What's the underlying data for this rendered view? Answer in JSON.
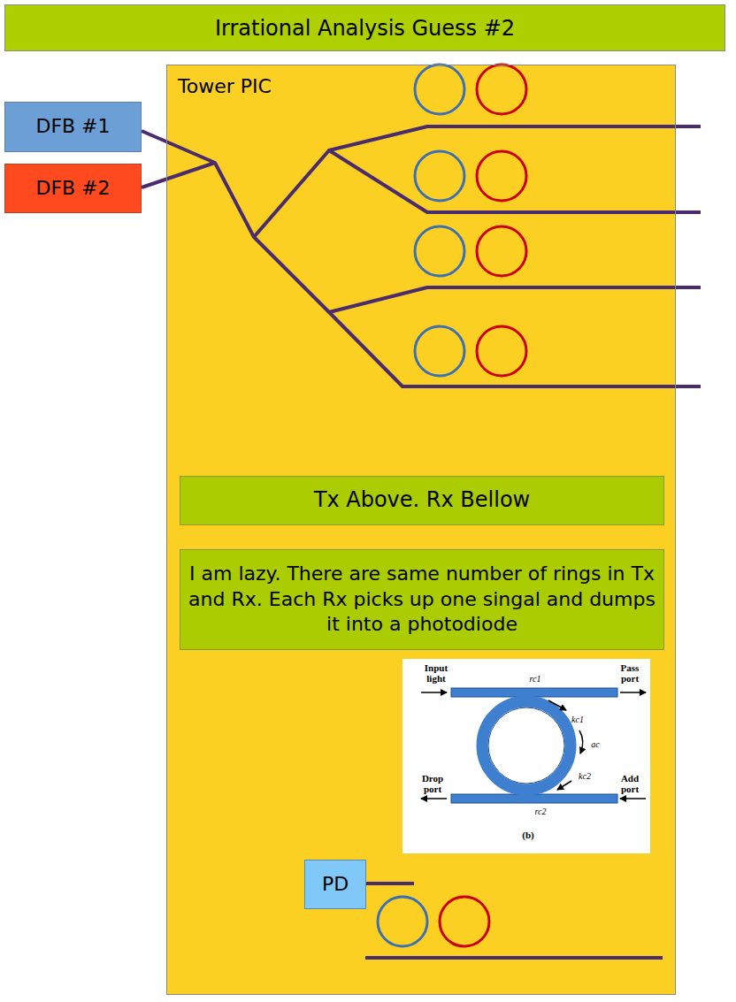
{
  "diagram": {
    "title": "Irrational Analysis Guess #2",
    "nodes": [
      {
        "text": [
          "Tower PIC"
        ]
      },
      {
        "text": [
          "DFB #1"
        ]
      },
      {
        "text": [
          "DFB #2"
        ]
      },
      {
        "text": [
          "Tx Above. Rx Bellow"
        ],
        "in": 0
      },
      {
        "text": [
          "I am lazy. There are same number of rings in Tx and Rx. Each Rx picks up one singal and dumps it into a photodiode"
        ],
        "in": 0
      },
      {
        "text": [
          "PD"
        ],
        "in": 0
      }
    ],
    "labels": [
      "Input light",
      "Pass port",
      "rc1",
      "kc1",
      "ac",
      "kc2",
      "Drop port",
      "Add port",
      "rc2",
      "(b)"
    ]
  }
}
